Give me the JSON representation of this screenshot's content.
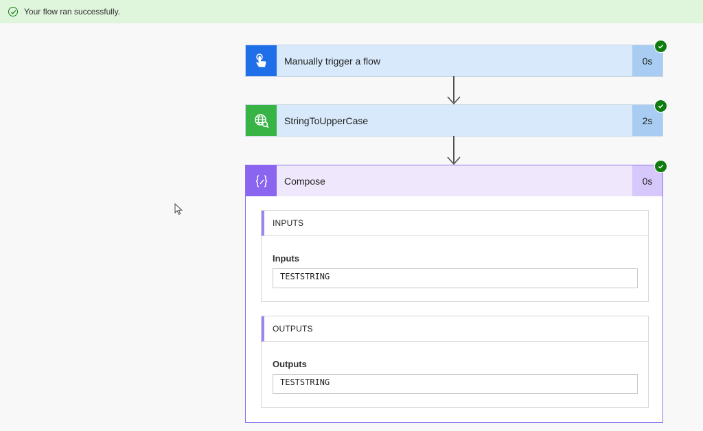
{
  "banner": {
    "message": "Your flow ran successfully.",
    "icon": "check-circle-icon"
  },
  "steps": [
    {
      "title": "Manually trigger a flow",
      "duration": "0s",
      "icon": "touch-hand-icon",
      "accent": "#1e6fe8"
    },
    {
      "title": "StringToUpperCase",
      "duration": "2s",
      "icon": "globe-search-icon",
      "accent": "#38b346"
    },
    {
      "title": "Compose",
      "duration": "0s",
      "icon": "braces-icon",
      "accent": "#8965f0",
      "inputs": {
        "section": "INPUTS",
        "label": "Inputs",
        "value": "TESTSTRING"
      },
      "outputs": {
        "section": "OUTPUTS",
        "label": "Outputs",
        "value": "TESTSTRING"
      }
    }
  ],
  "colors": {
    "success": "#107c10",
    "banner_bg": "#dff6dd"
  }
}
